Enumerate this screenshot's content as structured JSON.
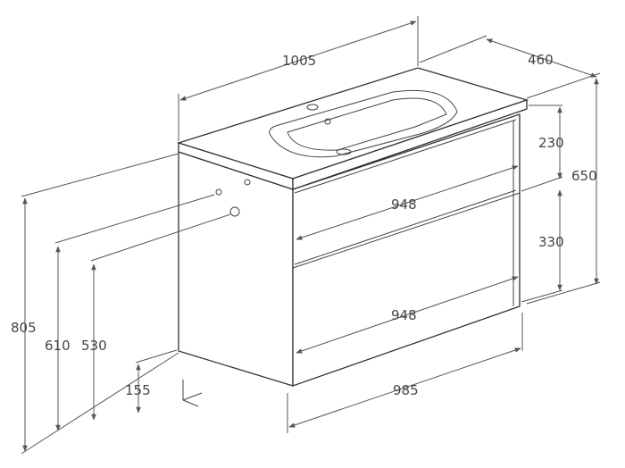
{
  "drawing": {
    "dimensions": {
      "overall_width": "1005",
      "depth": "460",
      "top_drawer_height": "230",
      "cabinet_height": "650",
      "top_drawer_width": "948",
      "bottom_drawer_height": "330",
      "bottom_drawer_width": "948",
      "total_height": "805",
      "height_610": "610",
      "height_530": "530",
      "floor_clearance": "155",
      "cabinet_width": "985"
    },
    "line_color": "#333333"
  }
}
